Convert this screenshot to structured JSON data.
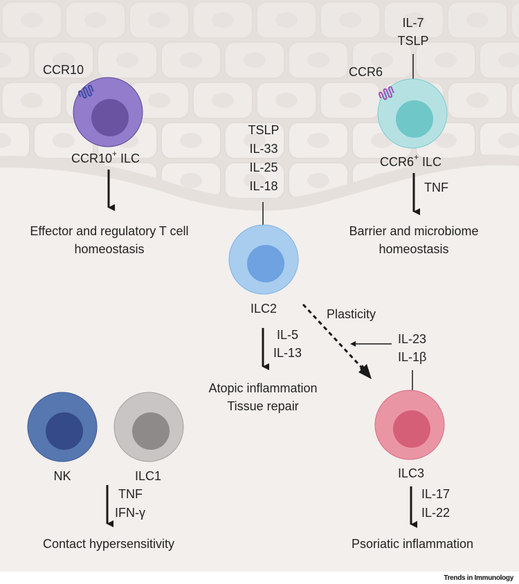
{
  "figure": {
    "journal_label": "Trends in Immunology",
    "background_color": "#f3efed",
    "tissue_color": "#e7e1de"
  },
  "cells": {
    "ccr10_ilc": {
      "receptor_label": "CCR10",
      "name_main": "CCR10",
      "name_sup": "+",
      "name_suffix": " ILC",
      "outer_color": "#927ccb",
      "inner_color": "#6a53a0",
      "receptor_color": "#3b4aa5"
    },
    "ccr6_ilc": {
      "receptor_label": "CCR6",
      "name_main": "CCR6",
      "name_sup": "+",
      "name_suffix": " ILC",
      "outer_color": "#b5e1e3",
      "inner_color": "#6fc7c7",
      "receptor_color": "#9b4fb8",
      "input_signals": [
        "IL-7",
        "TSLP"
      ],
      "output_signal": "TNF"
    },
    "ilc2": {
      "name": "ILC2",
      "outer_color": "#a8cdee",
      "inner_color": "#6ea2e0",
      "input_signals": [
        "TSLP",
        "IL-33",
        "IL-25",
        "IL-18"
      ],
      "output_signals": [
        "IL-5",
        "IL-13"
      ]
    },
    "ilc3": {
      "name": "ILC3",
      "outer_color": "#ea95a4",
      "inner_color": "#d65f78",
      "input_signals": [
        "IL-23",
        "IL-1β"
      ],
      "output_signals": [
        "IL-17",
        "IL-22"
      ]
    },
    "nk": {
      "name": "NK",
      "outer_color": "#5677b0",
      "inner_color": "#354a88"
    },
    "ilc1": {
      "name": "ILC1",
      "outer_color": "#c8c5c4",
      "inner_color": "#8d8a89",
      "output_signals": [
        "TNF",
        "IFN-γ"
      ]
    }
  },
  "outcomes": {
    "ccr10": [
      "Effector and regulatory T cell",
      "homeostasis"
    ],
    "ccr6": [
      "Barrier and microbiome",
      "homeostasis"
    ],
    "ilc2": [
      "Atopic inflammation",
      "Tissue repair"
    ],
    "ilc1_nk": [
      "Contact hypersensitivity"
    ],
    "ilc3": [
      "Psoriatic inflammation"
    ]
  },
  "plasticity_label": "Plasticity"
}
